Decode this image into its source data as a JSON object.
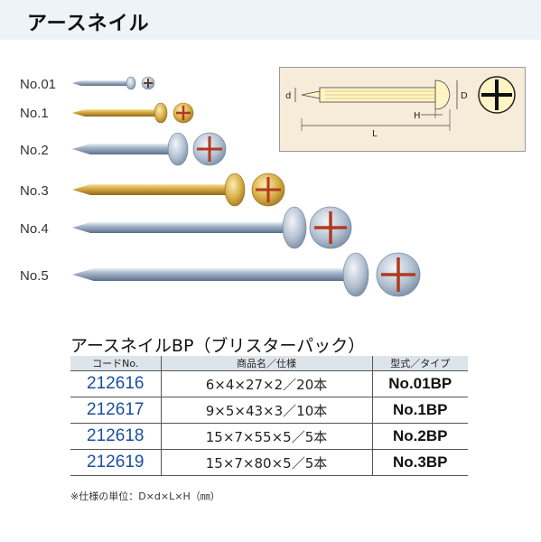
{
  "header": {
    "title": "アースネイル"
  },
  "nails": [
    {
      "label": "No.01",
      "finish": "silver"
    },
    {
      "label": "No.1",
      "finish": "gold"
    },
    {
      "label": "No.2",
      "finish": "silver"
    },
    {
      "label": "No.3",
      "finish": "gold"
    },
    {
      "label": "No.4",
      "finish": "silver"
    },
    {
      "label": "No.5",
      "finish": "silver"
    }
  ],
  "diagram": {
    "d": "d",
    "D": "D",
    "H": "H",
    "L": "L"
  },
  "colors": {
    "header_bg": "#eef3f7",
    "code_blue": "#1a4fa0",
    "diagram_bg": "#f6ecd9",
    "table_header_bg": "#dde4ea"
  },
  "series_title": "アースネイルBP（ブリスターパック）",
  "table": {
    "headers": [
      "コードNo.",
      "商品名／仕様",
      "型式／タイプ"
    ],
    "rows": [
      {
        "code": "212616",
        "spec": "6×4×27×2／20本",
        "type": "No.01BP"
      },
      {
        "code": "212617",
        "spec": "9×5×43×3／10本",
        "type": "No.1BP"
      },
      {
        "code": "212618",
        "spec": "15×7×55×5／5本",
        "type": "No.2BP"
      },
      {
        "code": "212619",
        "spec": "15×7×80×5／5本",
        "type": "No.3BP"
      }
    ]
  },
  "footnote": "※仕様の単位：D×d×L×H（㎜）"
}
